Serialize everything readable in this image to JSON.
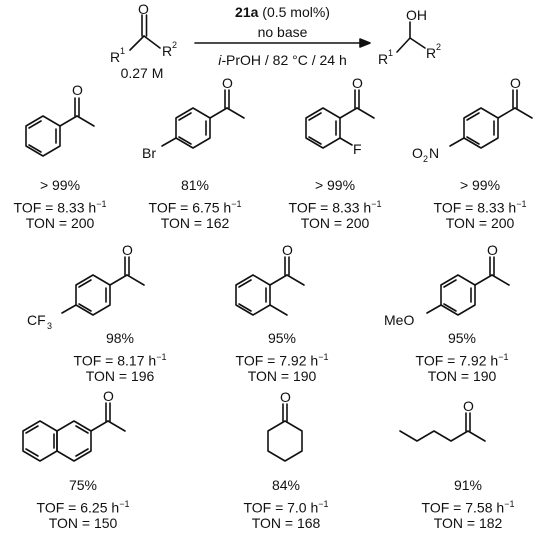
{
  "reaction": {
    "catalyst_label": "21a",
    "catalyst_loading": " (0.5 mol%)",
    "base": "no base",
    "solvent_prefix": "i-",
    "solvent_rest": "PrOH / 82 °C / 24 h",
    "concentration": "0.27 M",
    "reactant_atoms": {
      "o": "O",
      "r1": "R",
      "r1_sup": "1",
      "r2": "R",
      "r2_sup": "2"
    },
    "product_atoms": {
      "oh": "OH",
      "r1": "R",
      "r1_sup": "1",
      "r2": "R",
      "r2_sup": "2"
    }
  },
  "tof_unit": "h",
  "tof_exp": "−1",
  "substrates": [
    {
      "id": "acetophenone",
      "yield": "> 99%",
      "tof": "TOF = 8.33",
      "ton": "TON = 200",
      "atoms": {
        "o": "O"
      }
    },
    {
      "id": "4-bromoacetophenone",
      "yield": "81%",
      "tof": "TOF = 6.75",
      "ton": "TON = 162",
      "atoms": {
        "o": "O",
        "x": "Br"
      }
    },
    {
      "id": "2-fluoroacetophenone",
      "yield": "> 99%",
      "tof": "TOF = 8.33",
      "ton": "TON = 200",
      "atoms": {
        "o": "O",
        "x": "F"
      }
    },
    {
      "id": "4-nitroacetophenone",
      "yield": "> 99%",
      "tof": "TOF = 8.33",
      "ton": "TON = 200",
      "atoms": {
        "o": "O",
        "x": "O",
        "x_sub": "2",
        "x2": "N"
      }
    },
    {
      "id": "4-trifluoromethylacetophenone",
      "yield": "98%",
      "tof": "TOF = 8.17",
      "ton": "TON = 196",
      "atoms": {
        "o": "O",
        "x": "CF",
        "x_sub": "3"
      }
    },
    {
      "id": "2-methylacetophenone",
      "yield": "95%",
      "tof": "TOF = 7.92",
      "ton": "TON = 190",
      "atoms": {
        "o": "O"
      }
    },
    {
      "id": "4-methoxyacetophenone",
      "yield": "95%",
      "tof": "TOF = 7.92",
      "ton": "TON = 190",
      "atoms": {
        "o": "O",
        "x": "MeO"
      }
    },
    {
      "id": "2-acetonaphthone",
      "yield": "75%",
      "tof": "TOF = 6.25",
      "ton": "TON = 150",
      "atoms": {
        "o": "O"
      }
    },
    {
      "id": "cyclohexanone",
      "yield": "84%",
      "tof": "TOF = 7.0",
      "ton": "TON = 168",
      "atoms": {
        "o": "O"
      }
    },
    {
      "id": "2-hexanone",
      "yield": "91%",
      "tof": "TOF = 7.58",
      "ton": "TON = 182",
      "atoms": {
        "o": "O"
      }
    }
  ]
}
